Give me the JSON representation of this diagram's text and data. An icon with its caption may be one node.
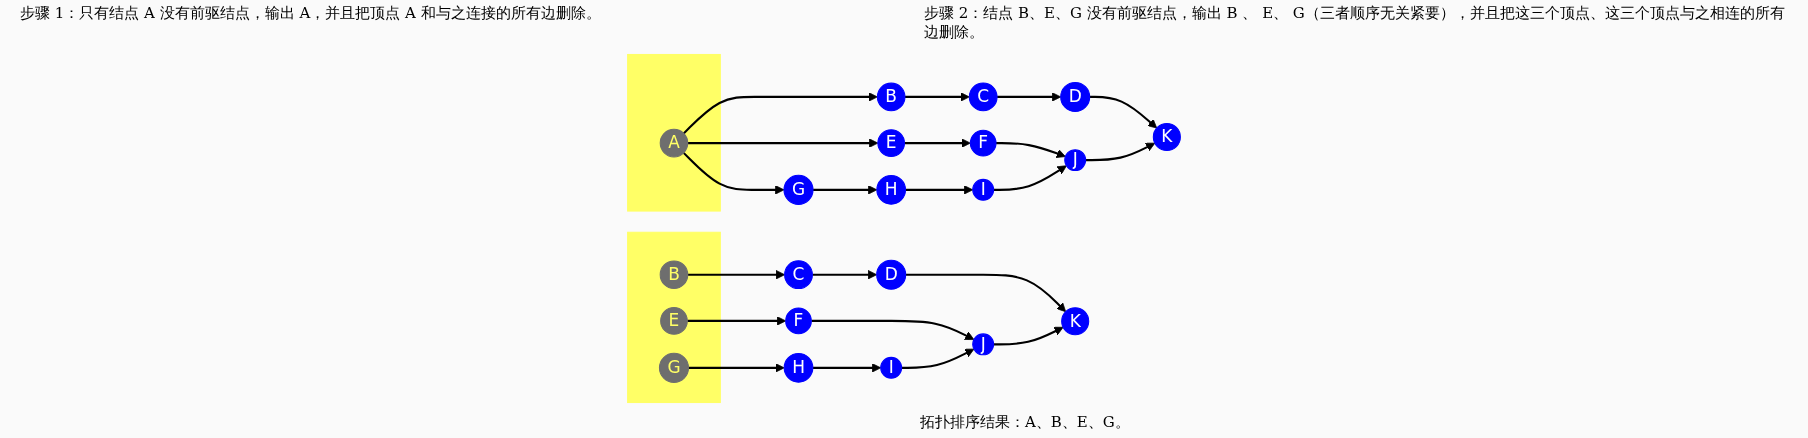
{
  "diagram": {
    "nodes": [
      {
        "text": [],
        "shape": "box"
      },
      {
        "text": [
          "A"
        ],
        "in": 0
      },
      {
        "text": [
          "B"
        ]
      },
      {
        "text": [
          "C"
        ]
      },
      {
        "text": [
          "D"
        ]
      },
      {
        "text": [
          "E"
        ]
      },
      {
        "text": [
          "F"
        ]
      },
      {
        "text": [
          "G"
        ]
      },
      {
        "text": [
          "H"
        ]
      },
      {
        "text": [
          "I"
        ]
      },
      {
        "text": [
          "J"
        ]
      },
      {
        "text": [
          "K"
        ]
      },
      {
        "text": [],
        "shape": "box"
      },
      {
        "text": [
          "B"
        ],
        "in": 12
      },
      {
        "text": [
          "E"
        ],
        "in": 12
      },
      {
        "text": [
          "G"
        ],
        "in": 12
      },
      {
        "text": [
          "C"
        ]
      },
      {
        "text": [
          "D"
        ]
      },
      {
        "text": [
          "F"
        ]
      },
      {
        "text": [
          "H"
        ]
      },
      {
        "text": [
          "I"
        ]
      },
      {
        "text": [
          "J"
        ]
      },
      {
        "text": [
          "K"
        ]
      }
    ],
    "edges": [
      {
        "from": 1,
        "to": 2,
        "arrow": "to"
      },
      {
        "from": 1,
        "to": 5,
        "arrow": "to"
      },
      {
        "from": 1,
        "to": 7,
        "arrow": "to"
      },
      {
        "from": 2,
        "to": 3,
        "arrow": "to"
      },
      {
        "from": 3,
        "to": 4,
        "arrow": "to"
      },
      {
        "from": 4,
        "to": 11,
        "arrow": "to"
      },
      {
        "from": 5,
        "to": 6,
        "arrow": "to"
      },
      {
        "from": 6,
        "to": 10,
        "arrow": "to"
      },
      {
        "from": 7,
        "to": 8,
        "arrow": "to"
      },
      {
        "from": 8,
        "to": 9,
        "arrow": "to"
      },
      {
        "from": 9,
        "to": 10,
        "arrow": "to"
      },
      {
        "from": 10,
        "to": 11,
        "arrow": "to"
      },
      {
        "from": 13,
        "to": 16,
        "arrow": "to"
      },
      {
        "from": 16,
        "to": 17,
        "arrow": "to"
      },
      {
        "from": 17,
        "to": 22,
        "arrow": "to"
      },
      {
        "from": 14,
        "to": 18,
        "arrow": "to"
      },
      {
        "from": 18,
        "to": 21,
        "arrow": "to"
      },
      {
        "from": 21,
        "to": 22,
        "arrow": "to"
      },
      {
        "from": 15,
        "to": 19,
        "arrow": "to"
      },
      {
        "from": 19,
        "to": 20,
        "arrow": "to"
      },
      {
        "from": 20,
        "to": 21,
        "arrow": "to"
      }
    ],
    "labels": [
      "步骤 1：只有结点 A 没有前驱结点，输出 A，并且把顶点 A 和与之连接的所有边删除。",
      "步骤 2：结点 B、E、G 没有前驱结点，输出 B 、 E、 G（三者顺序无关紧要），并且把这三个顶点、这三个顶点与之相连的所有边删除。",
      "拓扑排序结果：A、B、E、G。"
    ]
  }
}
